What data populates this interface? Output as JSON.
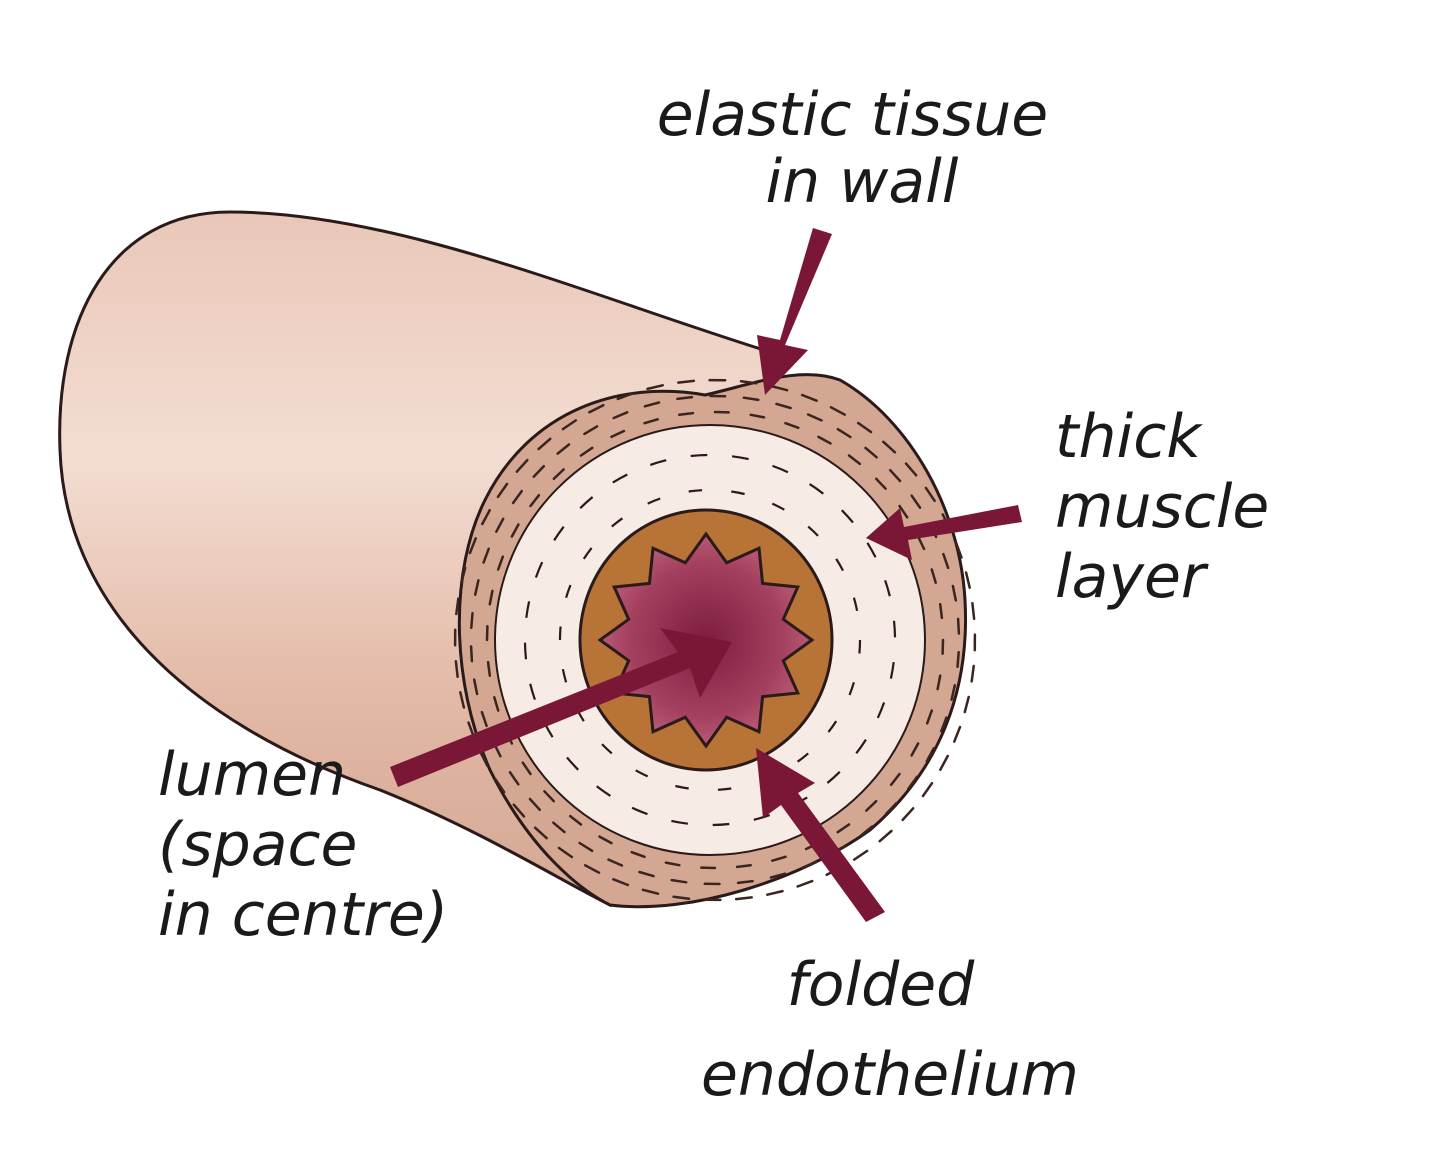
{
  "colors": {
    "outer_tube": "#e6c2b2",
    "wall_ring": "#d4a792",
    "muscle_layer": "#f6ebe5",
    "endothelium": "#b87436",
    "lumen": "#9c3a5b",
    "arrow": "#7a1736",
    "outline": "#2a1a1a"
  },
  "labels": {
    "elastic_tissue": [
      "elastic tissue",
      "in wall"
    ],
    "thick_muscle": [
      "thick",
      "muscle",
      "layer"
    ],
    "lumen": [
      "lumen",
      "(space",
      "in centre)"
    ],
    "folded_endothelium": [
      "folded",
      "endothelium"
    ]
  }
}
